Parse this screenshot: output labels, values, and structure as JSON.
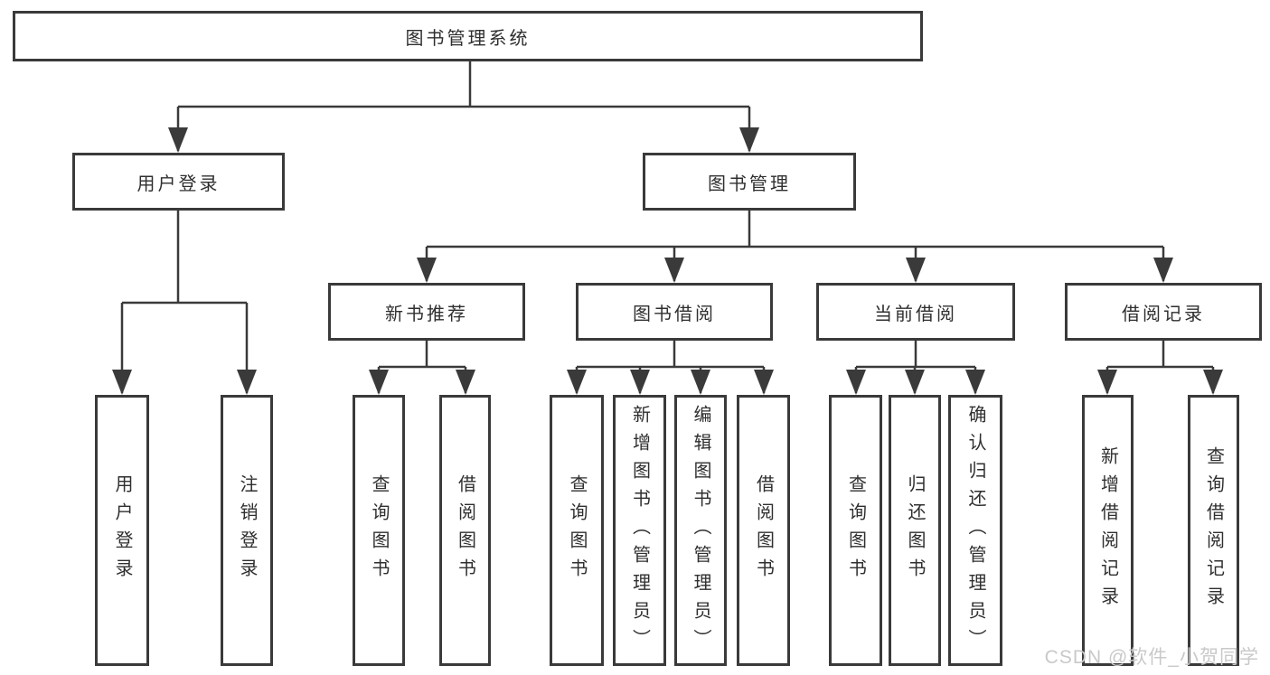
{
  "diagram": {
    "root": {
      "label": "图书管理系统"
    },
    "branches": [
      {
        "label": "用户登录",
        "children": [
          "用户登录",
          "注销登录"
        ]
      },
      {
        "label": "图书管理",
        "children": [
          {
            "label": "新书推荐",
            "children": [
              "查询图书",
              "借阅图书"
            ]
          },
          {
            "label": "图书借阅",
            "children": [
              "查询图书",
              "新增图书（管理员）",
              "编辑图书（管理员）",
              "借阅图书"
            ]
          },
          {
            "label": "当前借阅",
            "children": [
              "查询图书",
              "归还图书",
              "确认归还（管理员）"
            ]
          },
          {
            "label": "借阅记录",
            "children": [
              "新增借阅记录",
              "查询借阅记录"
            ]
          }
        ]
      }
    ]
  },
  "watermark": {
    "text": "CSDN @软件_小贺同学"
  },
  "colors": {
    "line": "#3a3a3a",
    "text": "#2f2f2f",
    "box_background": "#ffffff",
    "watermark": "#c9c9c9"
  }
}
